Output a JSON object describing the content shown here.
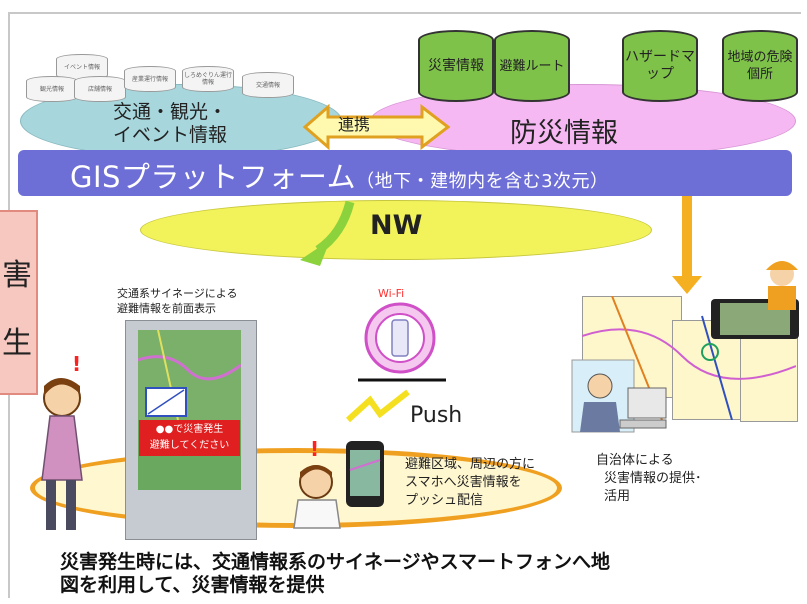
{
  "side": {
    "chars": [
      "害",
      "生"
    ]
  },
  "traffic_db": {
    "label_line1": "交通・観光・",
    "label_line2": "イベント情報",
    "small_labels": [
      "イベント情報",
      "観光情報",
      "店舗情報",
      "産業運行情報",
      "しろめぐりん運行情報",
      "交通情報"
    ]
  },
  "link": {
    "label": "連携"
  },
  "disaster_db": {
    "label": "防災情報",
    "cylinders": [
      "災害情報",
      "避難ルート",
      "ハザードマップ",
      "地域の危険個所"
    ]
  },
  "gis": {
    "main": "GISプラットフォーム",
    "sub": "（地下・建物内を含む3次元）"
  },
  "network": {
    "label": "NW"
  },
  "signage": {
    "caption_line1": "交通系サイネージによる",
    "caption_line2": "避難情報を前面表示",
    "alert_line1": "●●で災害発生",
    "alert_line2": "避難してください"
  },
  "wifi": {
    "label": "Wi-Fi"
  },
  "push": {
    "label": "Push"
  },
  "smartphone_notice": {
    "line1": "避難区域、周辺の方に",
    "line2": "スマホへ災害情報を",
    "line3": "プッシュ配信"
  },
  "municipality": {
    "line1": "自治体による",
    "line2": "災害情報の提供･",
    "line3": "活用"
  },
  "alerts": {
    "exclamation": "!"
  },
  "bottom": {
    "line1": "災害発生時には、交通情報系のサイネージやスマートフォンへ地",
    "line2": "図を利用して、災害情報を提供"
  },
  "colors": {
    "gis_bar": "#6e6fd6",
    "traffic_disk": "#a7d6dc",
    "disaster_disk": "#f6b8f3",
    "cylinder": "#7fc24a",
    "nw": "#f2f25a",
    "ground_border": "#f0a020",
    "alert": "#e02020"
  }
}
